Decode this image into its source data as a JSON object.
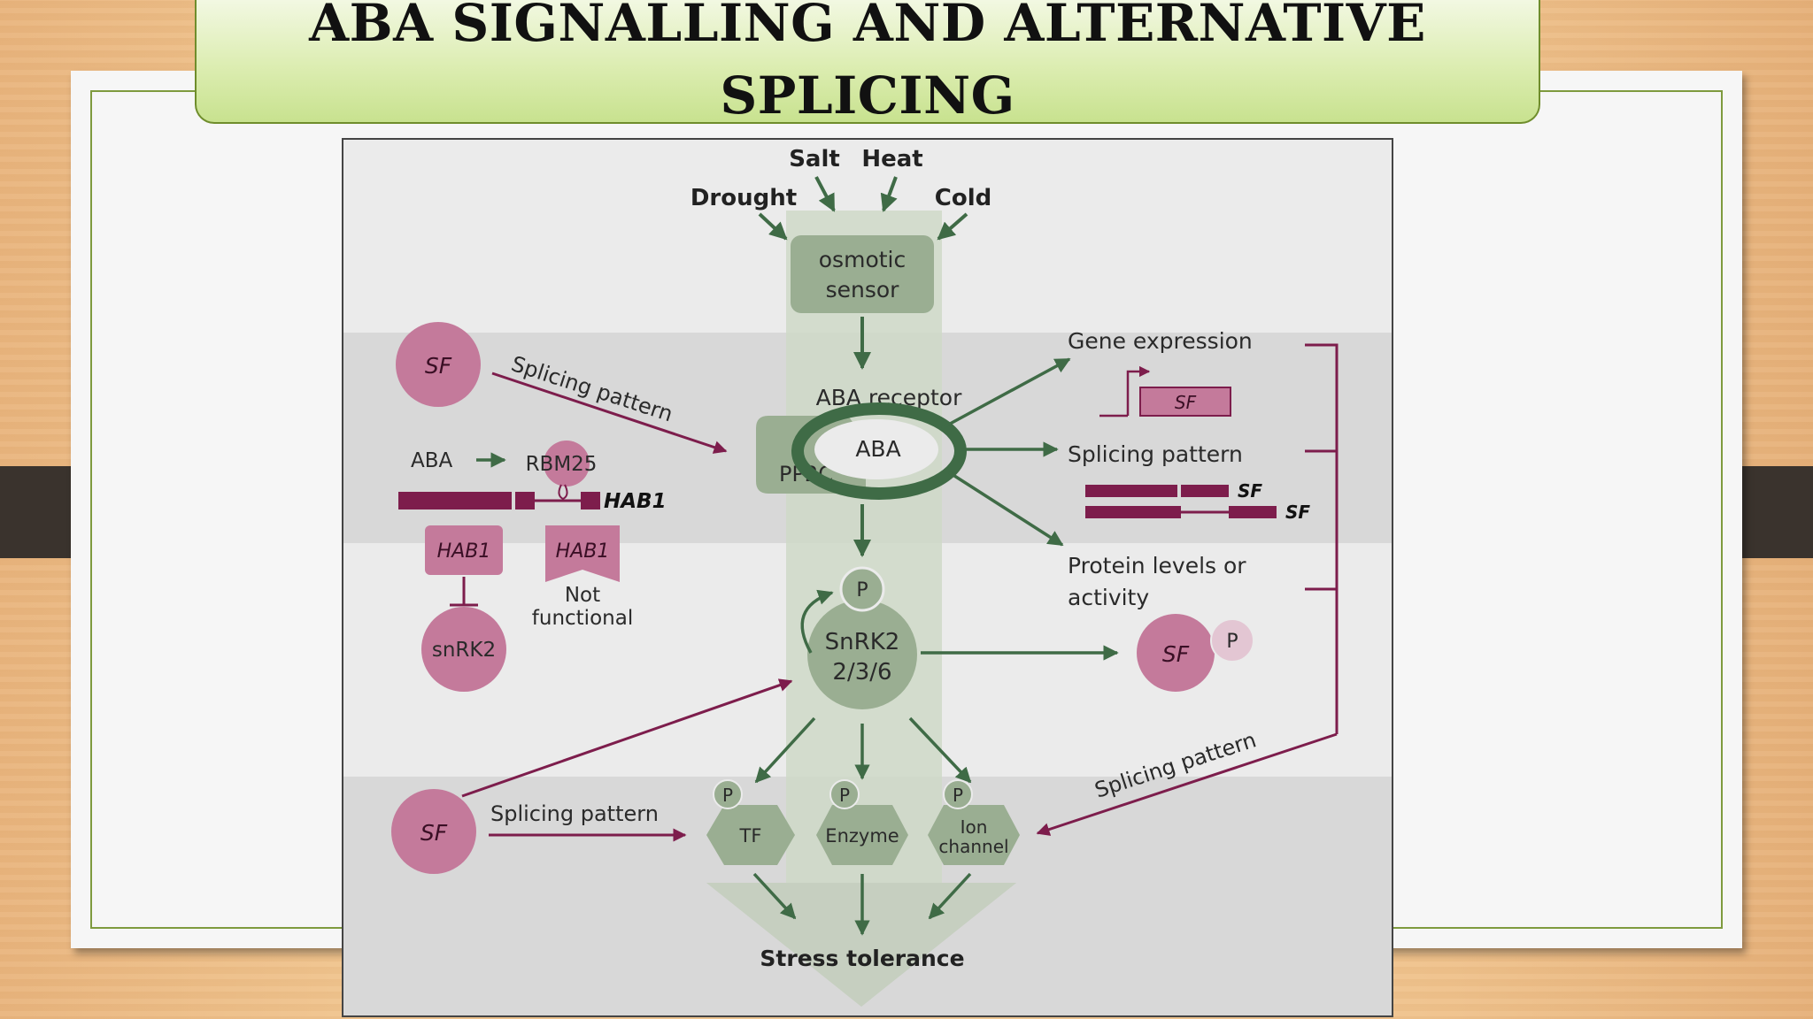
{
  "slide": {
    "title": "ABA SIGNALLING AND ALTERNATIVE SPLICING"
  },
  "diagram": {
    "stresses": [
      "Salt",
      "Heat",
      "Drought",
      "Cold"
    ],
    "osmotic_sensor": [
      "osmotic",
      "sensor"
    ],
    "aba_receptor": "ABA receptor",
    "aba": "ABA",
    "pp2c": "PP2C",
    "sf": "SF",
    "p": "P",
    "snrk2_center": [
      "SnRK2",
      "2/3/6"
    ],
    "targets": {
      "tf": "TF",
      "enzyme": "Enzyme",
      "ion_channel": [
        "Ion",
        "channel"
      ]
    },
    "stress_tolerance": "Stress tolerance",
    "splicing_pattern": "Splicing pattern",
    "gene_expression": "Gene expression",
    "protein_levels": [
      "Protein levels or",
      "activity"
    ],
    "hab1_panel": {
      "aba": "ABA",
      "rbm25": "RBM25",
      "hab1": "HAB1",
      "snrk2": "snRK2",
      "not_functional": [
        "Not",
        "functional"
      ]
    },
    "colors": {
      "green": "#3f6b46",
      "green_fill": "#9aae92",
      "magenta": "#7d1d4c",
      "pink_fill": "#c47a9b",
      "band": "#d8d8d8",
      "column": "#cfd9c8"
    }
  }
}
